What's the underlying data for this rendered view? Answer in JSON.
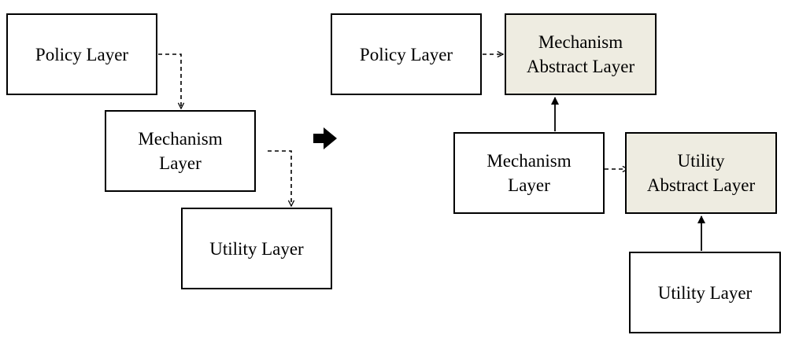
{
  "colors": {
    "stroke": "#000000",
    "box_fill": "#ffffff",
    "abstract_fill": "#eeece1"
  },
  "before": {
    "policy": "Policy Layer",
    "mechanism": "Mechanism\nLayer",
    "utility": "Utility  Layer"
  },
  "transition_icon": "right-arrow-icon",
  "after": {
    "policy": "Policy Layer",
    "mechanism_abstract": "Mechanism\nAbstract Layer",
    "mechanism": "Mechanism\nLayer",
    "utility_abstract": "Utility\nAbstract Layer",
    "utility": "Utility  Layer"
  }
}
